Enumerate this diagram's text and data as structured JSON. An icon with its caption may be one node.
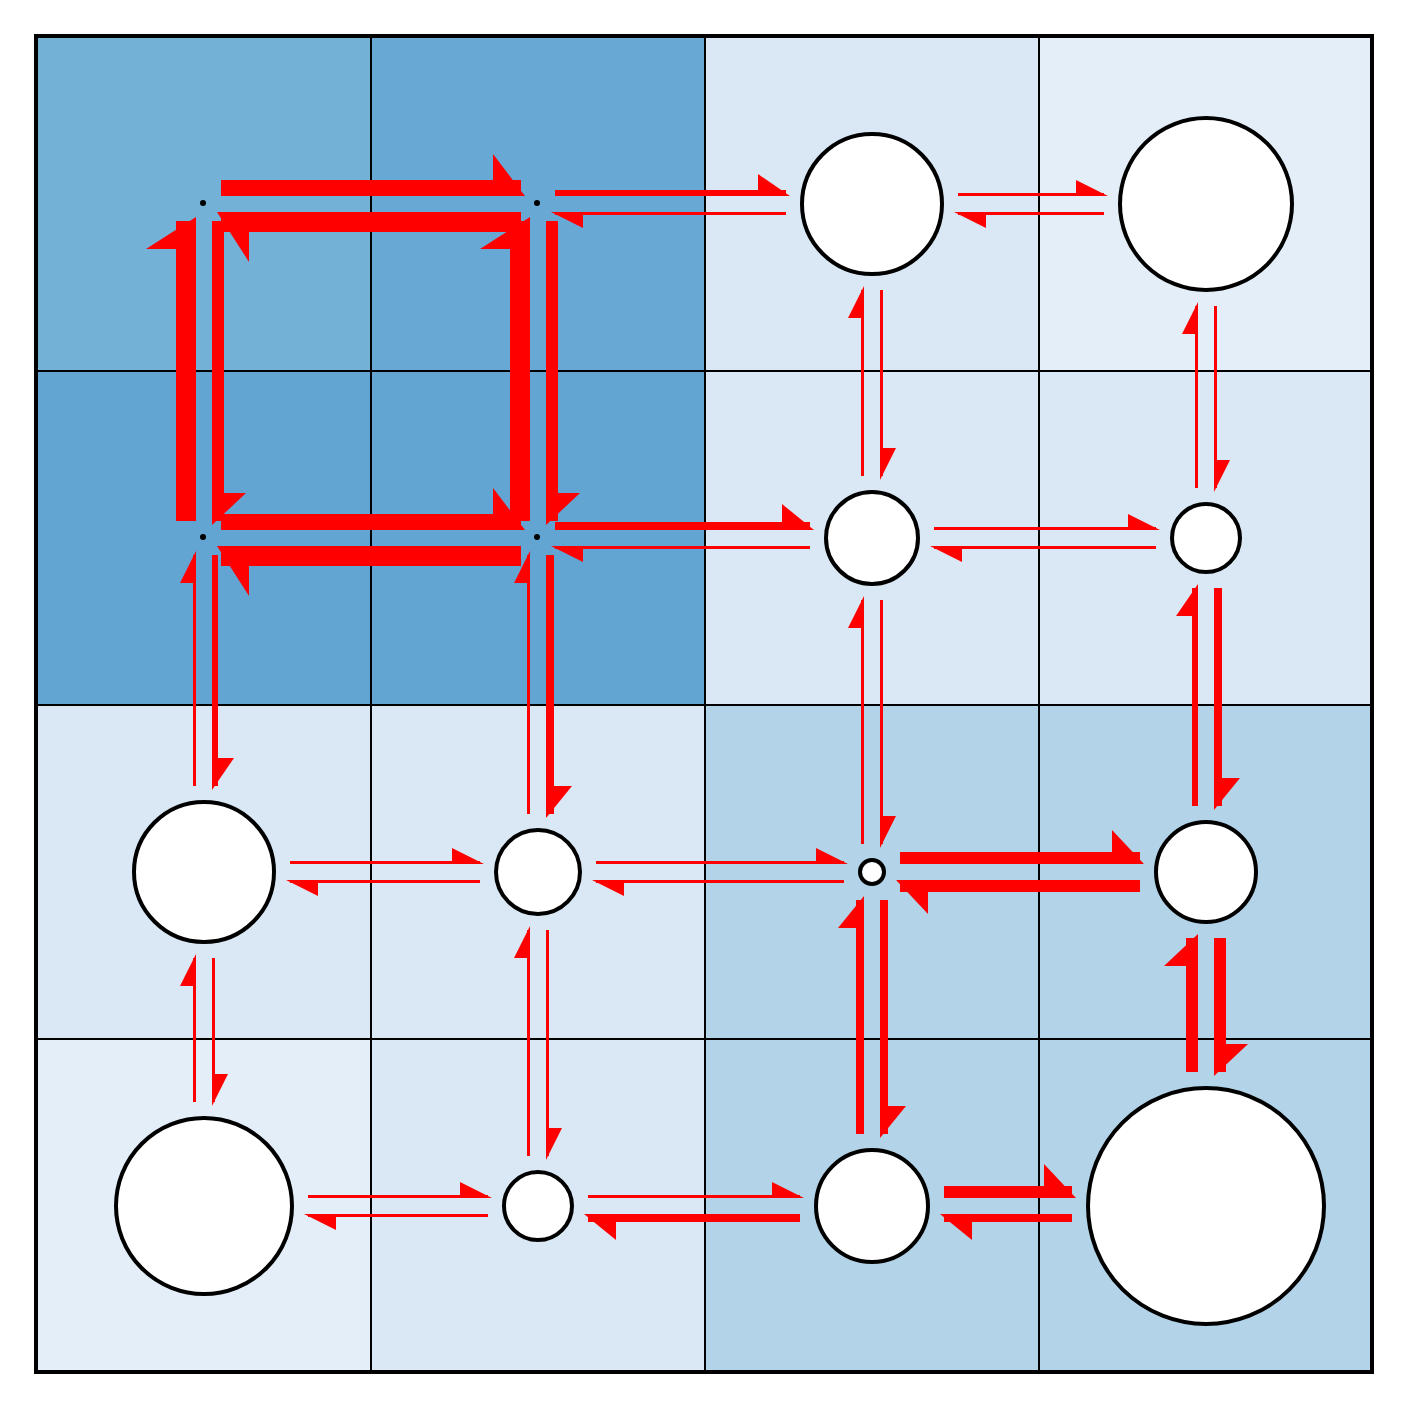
{
  "diagram": {
    "nodes": [
      {
        "text": [],
        "shape": "box"
      },
      {
        "text": [],
        "shape": "circle",
        "in": 0
      },
      {
        "text": [],
        "shape": "box"
      },
      {
        "text": [],
        "shape": "circle",
        "in": 2
      },
      {
        "text": [],
        "shape": "box"
      },
      {
        "text": [],
        "shape": "circle",
        "in": 4
      },
      {
        "text": [],
        "shape": "box"
      },
      {
        "text": [],
        "shape": "circle",
        "in": 6
      },
      {
        "text": [],
        "shape": "box"
      },
      {
        "text": [],
        "shape": "circle",
        "in": 8
      },
      {
        "text": [],
        "shape": "box"
      },
      {
        "text": [],
        "shape": "circle",
        "in": 10
      },
      {
        "text": [],
        "shape": "box"
      },
      {
        "text": [],
        "shape": "circle",
        "in": 12
      },
      {
        "text": [],
        "shape": "box"
      },
      {
        "text": [],
        "shape": "circle",
        "in": 14
      },
      {
        "text": [],
        "shape": "box"
      },
      {
        "text": [],
        "shape": "circle",
        "in": 16
      },
      {
        "text": [],
        "shape": "box"
      },
      {
        "text": [],
        "shape": "circle",
        "in": 18
      },
      {
        "text": [],
        "shape": "box"
      },
      {
        "text": [],
        "shape": "circle",
        "in": 20
      },
      {
        "text": [],
        "shape": "box"
      },
      {
        "text": [],
        "shape": "circle",
        "in": 22
      },
      {
        "text": [],
        "shape": "box"
      },
      {
        "text": [],
        "shape": "circle",
        "in": 24
      },
      {
        "text": [],
        "shape": "box"
      },
      {
        "text": [],
        "shape": "circle",
        "in": 26
      },
      {
        "text": [],
        "shape": "box"
      },
      {
        "text": [],
        "shape": "circle",
        "in": 28
      },
      {
        "text": [],
        "shape": "box"
      },
      {
        "text": [],
        "shape": "circle",
        "in": 30
      }
    ],
    "edges": [
      {
        "from": 1,
        "to": 3,
        "arrow": "to",
        "style": "thick"
      },
      {
        "from": 3,
        "to": 1,
        "arrow": "to",
        "style": "thick"
      },
      {
        "from": 3,
        "to": 5,
        "arrow": "to",
        "style": "thick"
      },
      {
        "from": 5,
        "to": 3,
        "arrow": "to"
      },
      {
        "from": 5,
        "to": 7,
        "arrow": "to"
      },
      {
        "from": 7,
        "to": 5,
        "arrow": "to"
      },
      {
        "from": 9,
        "to": 11,
        "arrow": "to",
        "style": "thick"
      },
      {
        "from": 11,
        "to": 9,
        "arrow": "to",
        "style": "thick"
      },
      {
        "from": 11,
        "to": 13,
        "arrow": "to",
        "style": "thick"
      },
      {
        "from": 13,
        "to": 11,
        "arrow": "to"
      },
      {
        "from": 13,
        "to": 15,
        "arrow": "to"
      },
      {
        "from": 15,
        "to": 13,
        "arrow": "to"
      },
      {
        "from": 17,
        "to": 19,
        "arrow": "to"
      },
      {
        "from": 19,
        "to": 17,
        "arrow": "to"
      },
      {
        "from": 19,
        "to": 21,
        "arrow": "to"
      },
      {
        "from": 21,
        "to": 19,
        "arrow": "to"
      },
      {
        "from": 21,
        "to": 23,
        "arrow": "to",
        "style": "thick"
      },
      {
        "from": 23,
        "to": 21,
        "arrow": "to",
        "style": "thick"
      },
      {
        "from": 25,
        "to": 27,
        "arrow": "to"
      },
      {
        "from": 27,
        "to": 25,
        "arrow": "to"
      },
      {
        "from": 27,
        "to": 29,
        "arrow": "to"
      },
      {
        "from": 29,
        "to": 27,
        "arrow": "to",
        "style": "thick"
      },
      {
        "from": 29,
        "to": 31,
        "arrow": "to",
        "style": "thick"
      },
      {
        "from": 31,
        "to": 29,
        "arrow": "to",
        "style": "thick"
      },
      {
        "from": 1,
        "to": 9,
        "arrow": "to",
        "style": "thick"
      },
      {
        "from": 9,
        "to": 1,
        "arrow": "to",
        "style": "thick"
      },
      {
        "from": 3,
        "to": 11,
        "arrow": "to",
        "style": "thick"
      },
      {
        "from": 11,
        "to": 3,
        "arrow": "to",
        "style": "thick"
      },
      {
        "from": 5,
        "to": 13,
        "arrow": "to"
      },
      {
        "from": 13,
        "to": 5,
        "arrow": "to"
      },
      {
        "from": 7,
        "to": 15,
        "arrow": "to"
      },
      {
        "from": 15,
        "to": 7,
        "arrow": "to"
      },
      {
        "from": 9,
        "to": 17,
        "arrow": "to",
        "style": "thick"
      },
      {
        "from": 17,
        "to": 9,
        "arrow": "to"
      },
      {
        "from": 11,
        "to": 19,
        "arrow": "to",
        "style": "thick"
      },
      {
        "from": 19,
        "to": 11,
        "arrow": "to"
      },
      {
        "from": 13,
        "to": 21,
        "arrow": "to"
      },
      {
        "from": 21,
        "to": 13,
        "arrow": "to"
      },
      {
        "from": 15,
        "to": 23,
        "arrow": "to",
        "style": "thick"
      },
      {
        "from": 23,
        "to": 15,
        "arrow": "to",
        "style": "thick"
      },
      {
        "from": 17,
        "to": 25,
        "arrow": "to"
      },
      {
        "from": 25,
        "to": 17,
        "arrow": "to"
      },
      {
        "from": 19,
        "to": 27,
        "arrow": "to"
      },
      {
        "from": 27,
        "to": 19,
        "arrow": "to"
      },
      {
        "from": 21,
        "to": 29,
        "arrow": "to",
        "style": "thick"
      },
      {
        "from": 29,
        "to": 21,
        "arrow": "to",
        "style": "thick"
      },
      {
        "from": 23,
        "to": 31,
        "arrow": "to",
        "style": "thick"
      },
      {
        "from": 31,
        "to": 23,
        "arrow": "to",
        "style": "thick"
      }
    ]
  }
}
